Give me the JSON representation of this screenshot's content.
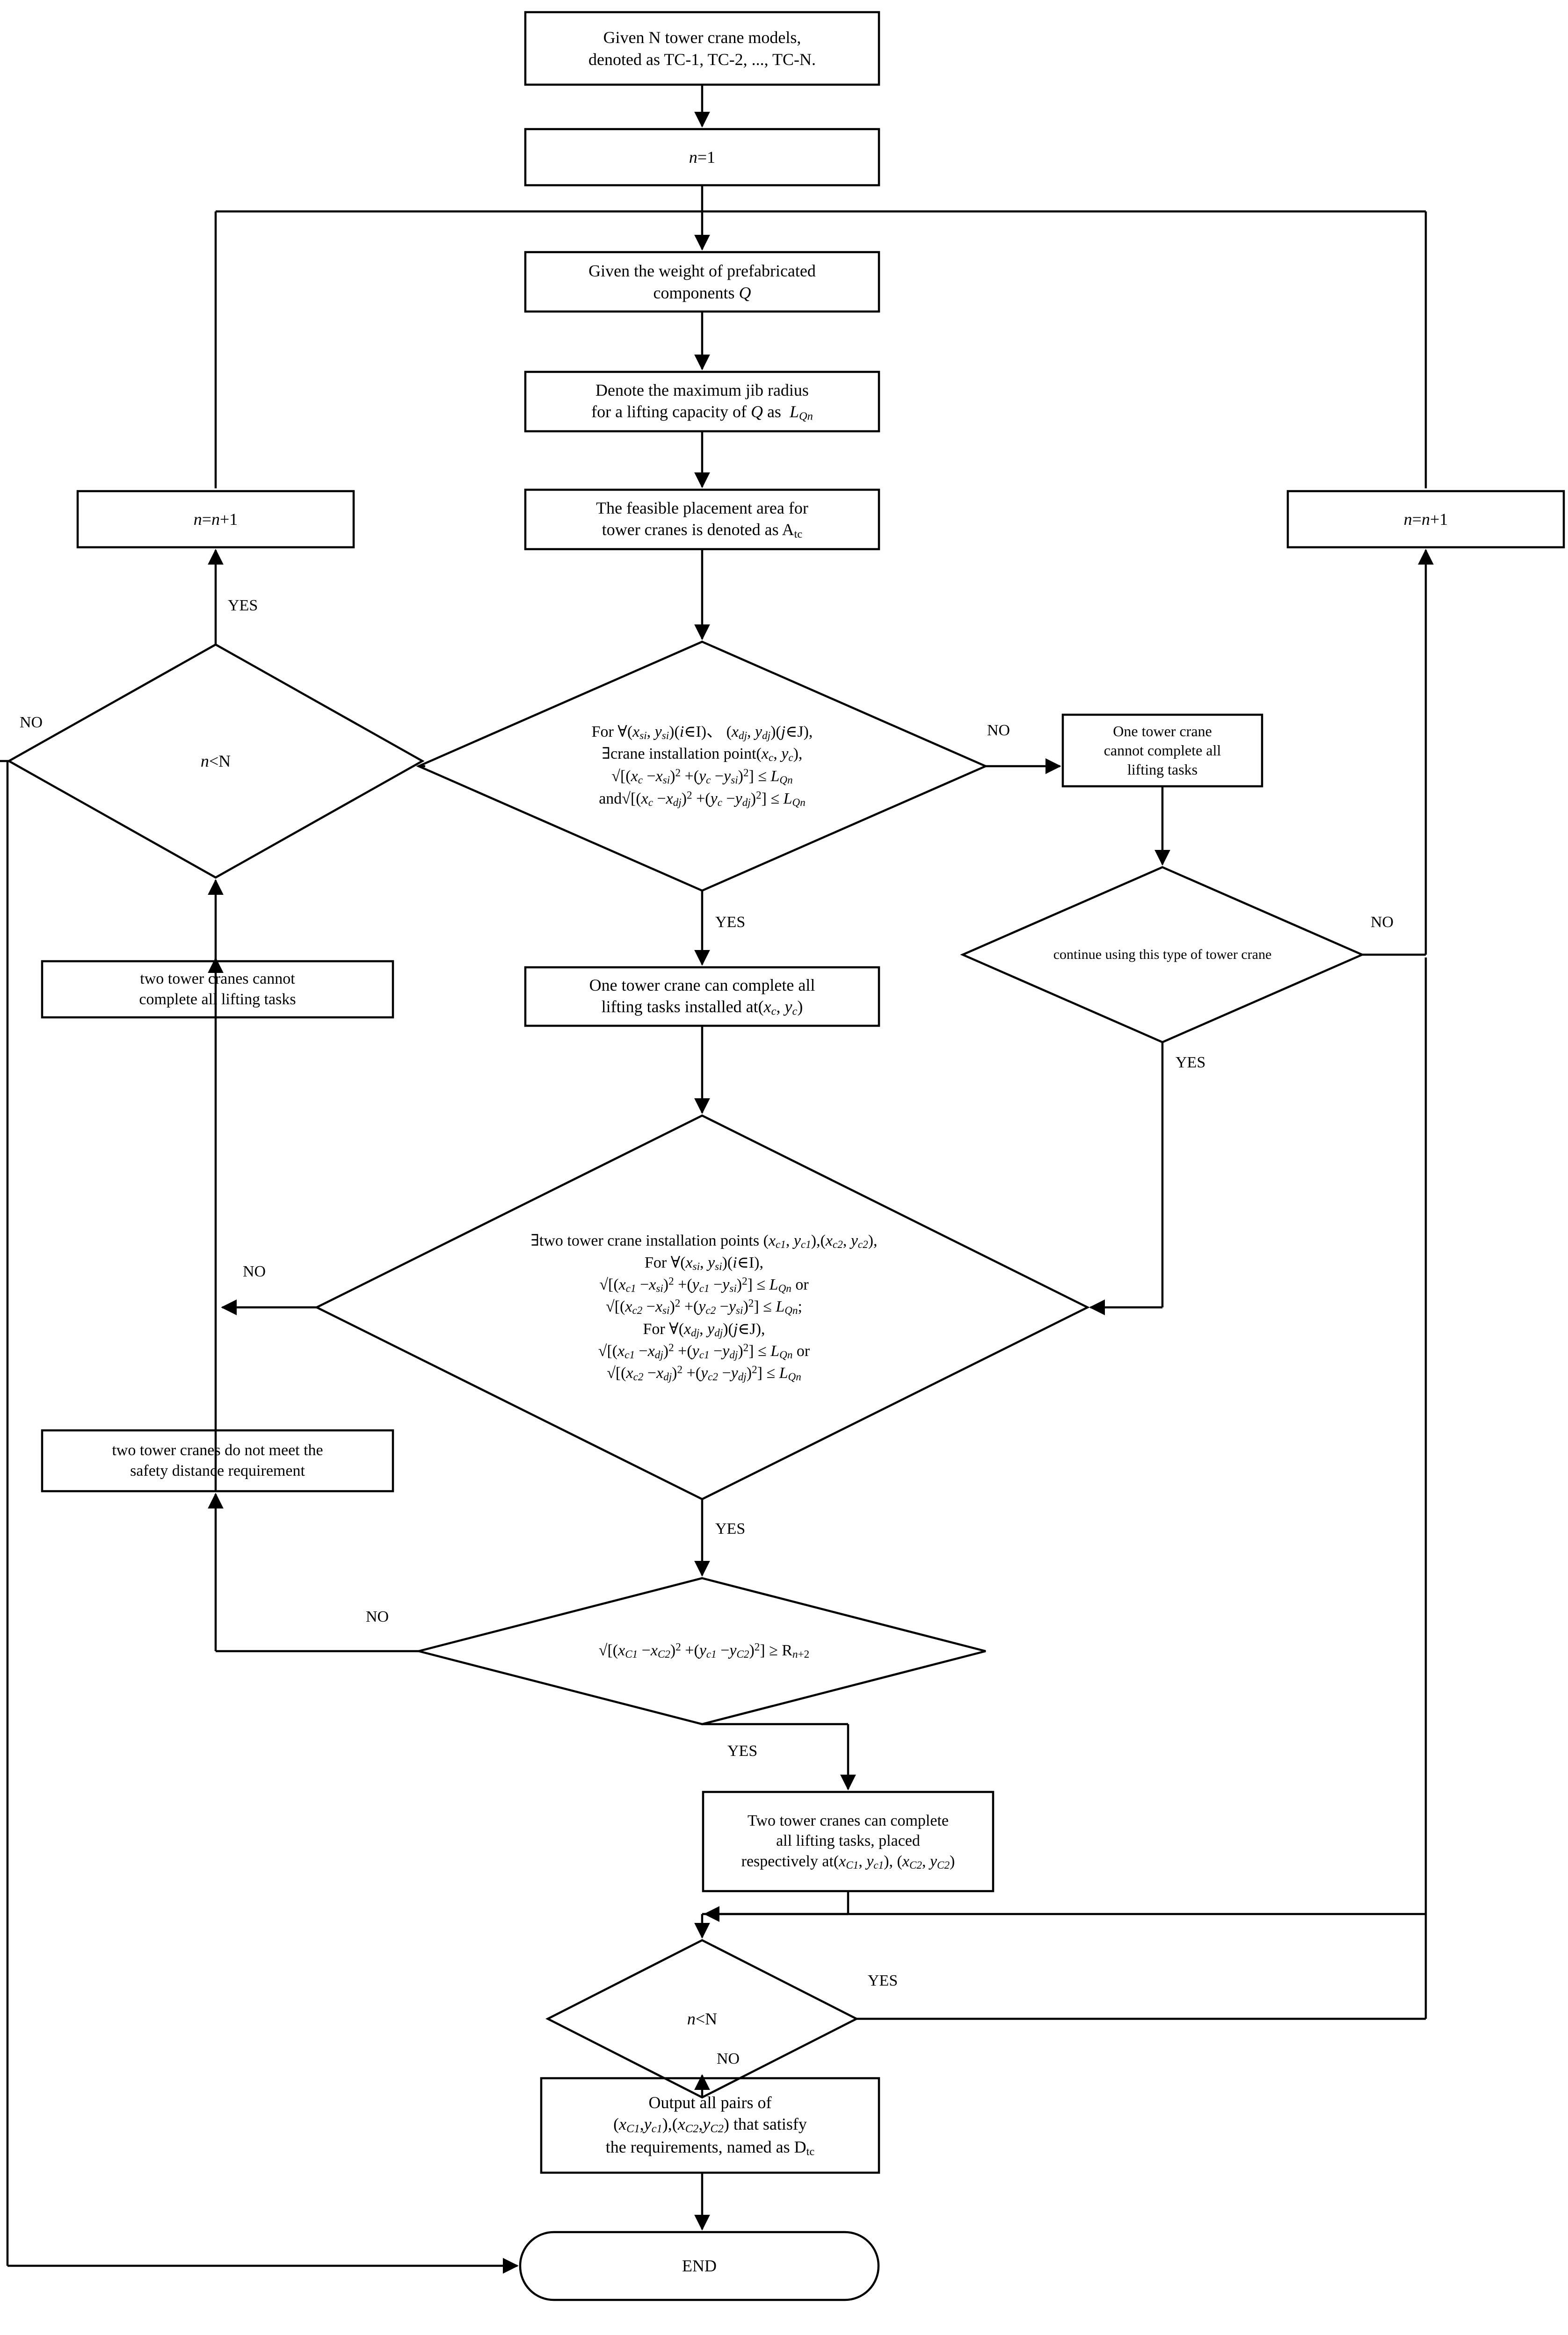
{
  "diagram": {
    "title": "Tower crane model selection and placement flowchart",
    "stroke_color": "#000000",
    "fill_color": "#ffffff"
  },
  "nodes": {
    "start": {
      "type": "process",
      "lines": [
        "Given N tower crane models,",
        "denoted as TC-1, TC-2, ..., TC-N."
      ]
    },
    "init_n": {
      "type": "process",
      "lines": [
        "n=1"
      ]
    },
    "weight": {
      "type": "process",
      "lines": [
        "Given the weight of prefabricated",
        "components Q"
      ]
    },
    "jib_radius": {
      "type": "process",
      "lines": [
        "Denote the maximum jib radius",
        "for a lifting capacity of Q as  L(Qn)"
      ]
    },
    "feasible_area": {
      "type": "process",
      "lines": [
        "The feasible placement area for",
        "tower cranes is denoted as A(tc)"
      ]
    },
    "decision_one_crane": {
      "type": "decision",
      "lines": [
        "For ∀(x(si), y(si))(i∈I)、 (x(dj), y(dj))(j∈J),",
        "∃crane installation point(x(c), y(c)),",
        "√[(x(c) −x(si))² +(y(c) −y(si))²] ≤ L(Qn)",
        "and√[(x(c) −x(dj))² +(y(c) −y(dj))²] ≤ L(Qn)"
      ]
    },
    "one_crane_ok": {
      "type": "process",
      "lines": [
        "One tower crane can complete all",
        "lifting tasks installed at(x(c), y(c))"
      ]
    },
    "one_crane_fail": {
      "type": "process",
      "lines": [
        "One tower crane",
        "cannot complete all",
        "lifting tasks"
      ]
    },
    "continue_type": {
      "type": "decision",
      "lines": [
        "continue using this type of tower crane"
      ]
    },
    "decision_two_cranes": {
      "type": "decision",
      "lines": [
        "∃two tower crane installation points (x(c1), y(c1)),(x(c2), y(c2)),",
        "For ∀(x(si), y(si))(i∈I),",
        "√[(x(c1) −x(si))² +(y(c1) −y(si))²] ≤ L(Qn) or",
        "√[(x(c2) −x(si))² +(y(c2) −y(si))²] ≤ L(Qn);",
        "For ∀(x(dj), y(dj))(j∈J),",
        "√[(x(c1) −x(dj))² +(y(c1) −y(dj))²] ≤ L(Qn) or",
        "√[(x(c2) −x(dj))² +(y(c2) −y(dj))²] ≤ L(Qn)"
      ]
    },
    "two_cranes_fail": {
      "type": "process",
      "lines": [
        "two tower cranes cannot",
        "complete all lifting tasks"
      ]
    },
    "safety_fail": {
      "type": "process",
      "lines": [
        "two tower cranes do not meet the",
        "safety distance requirement"
      ]
    },
    "decision_safety": {
      "type": "decision",
      "lines": [
        "√[(x(C1) −x(C2))² +(y(c1) −y(C2))²] ≥ R(n+2)"
      ]
    },
    "two_cranes_ok": {
      "type": "process",
      "lines": [
        "Two tower cranes can complete",
        "all lifting tasks, placed",
        "respectively at(x(C1), y(c1)), (x(C2), y(C2))"
      ]
    },
    "decision_n_lt_N_left": {
      "type": "decision",
      "lines": [
        "n<N"
      ]
    },
    "decision_n_lt_N_bottom": {
      "type": "decision",
      "lines": [
        "n<N"
      ]
    },
    "increment_left": {
      "type": "process",
      "lines": [
        "n=n+1"
      ]
    },
    "increment_right": {
      "type": "process",
      "lines": [
        "n=n+1"
      ]
    },
    "output": {
      "type": "process",
      "lines": [
        "Output all pairs of",
        "(x(C1),y(c1)),(x(C2),y(C2)) that satisfy",
        "the requirements, named as D(tc)"
      ]
    },
    "end": {
      "type": "terminator",
      "lines": [
        "END"
      ]
    }
  },
  "edge_labels": {
    "yes_left_increment": "YES",
    "no_left_nlt": "NO",
    "no_one_crane": "NO",
    "yes_one_crane": "YES",
    "no_continue_type": "NO",
    "yes_continue_type": "YES",
    "no_two_cranes": "NO",
    "yes_two_cranes": "YES",
    "no_safety": "NO",
    "yes_safety": "YES",
    "yes_bottom_nlt": "YES",
    "no_bottom_nlt": "NO"
  }
}
